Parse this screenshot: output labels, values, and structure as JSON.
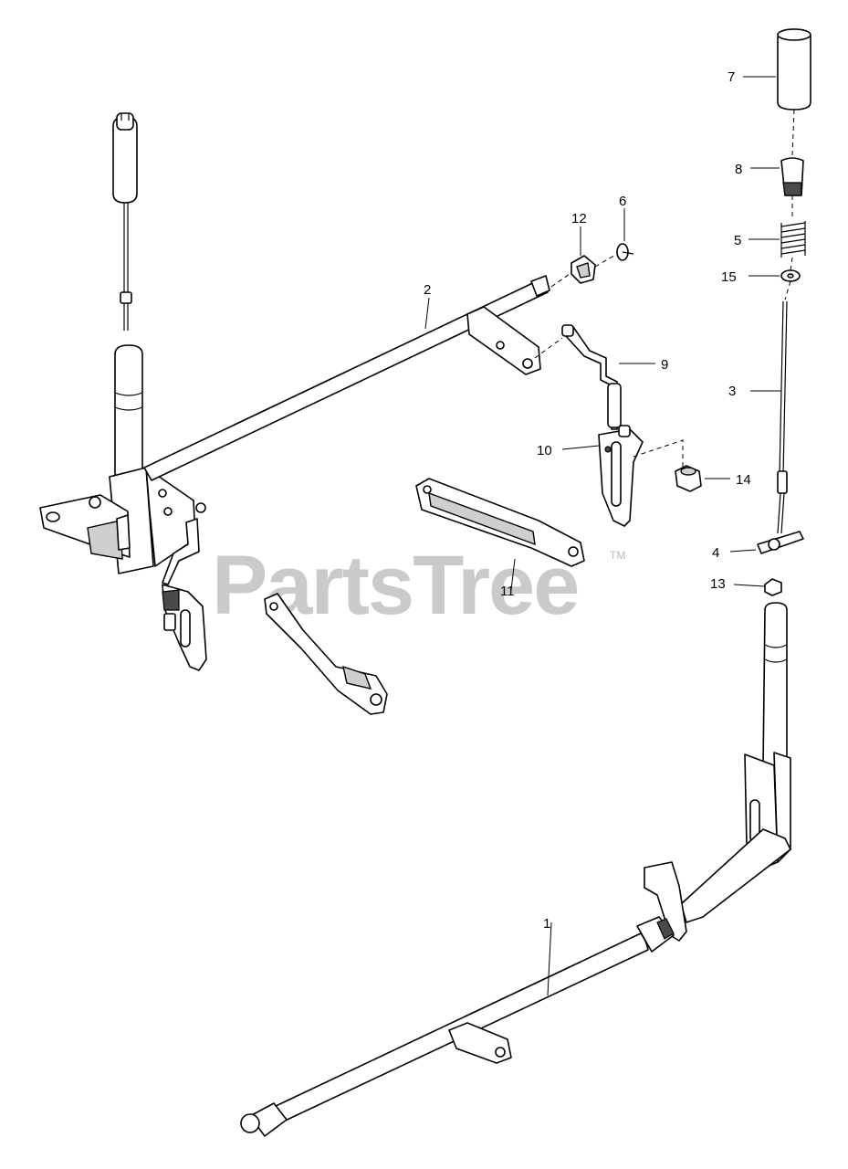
{
  "watermark": {
    "text": "PartsTree",
    "trademark": "TM"
  },
  "callouts": [
    {
      "id": "c1",
      "label": "1"
    },
    {
      "id": "c2",
      "label": "2"
    },
    {
      "id": "c3",
      "label": "3"
    },
    {
      "id": "c4",
      "label": "4"
    },
    {
      "id": "c5",
      "label": "5"
    },
    {
      "id": "c6",
      "label": "6"
    },
    {
      "id": "c7",
      "label": "7"
    },
    {
      "id": "c8",
      "label": "8"
    },
    {
      "id": "c9",
      "label": "9"
    },
    {
      "id": "c10",
      "label": "10"
    },
    {
      "id": "c11",
      "label": "11"
    },
    {
      "id": "c12",
      "label": "12"
    },
    {
      "id": "c13",
      "label": "13"
    },
    {
      "id": "c14",
      "label": "14"
    },
    {
      "id": "c15",
      "label": "15"
    }
  ]
}
